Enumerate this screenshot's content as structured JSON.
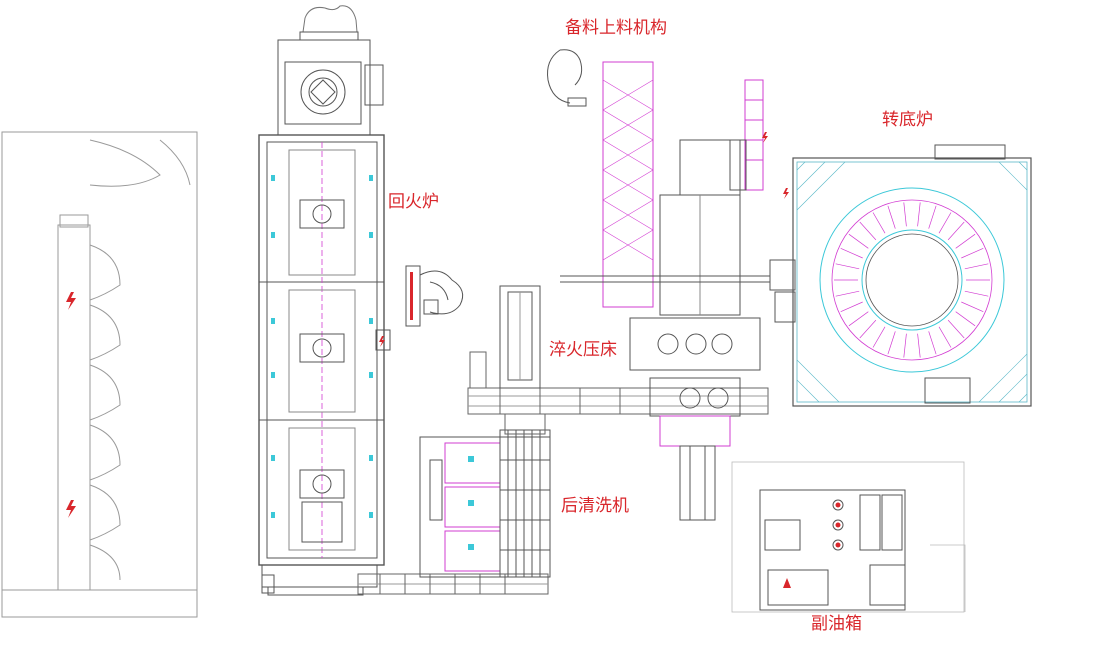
{
  "labels": {
    "feeding": "备料上料机构",
    "rotary": "转底炉",
    "tempering": "回火炉",
    "quench": "淬火压床",
    "wash": "后清洗机",
    "oil": "副油箱"
  },
  "colors": {
    "label": "#d9262b",
    "line": "#555555",
    "magenta": "#d23cd2",
    "cyan": "#3cc8d8",
    "hatch": "#5ab8c8",
    "light": "#9a9a9a"
  }
}
